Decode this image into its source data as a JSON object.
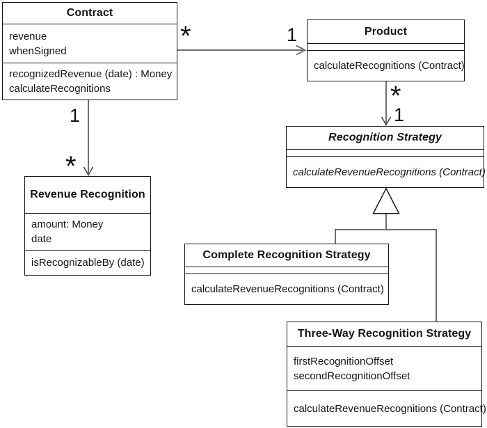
{
  "classes": {
    "contract": {
      "title": "Contract",
      "attributes": [
        "revenue",
        "whenSigned"
      ],
      "methods": [
        "recognizedRevenue (date) : Money",
        "calculateRecognitions"
      ]
    },
    "product": {
      "title": "Product",
      "methods": [
        "calculateRecognitions (Contract)"
      ]
    },
    "recognition_strategy": {
      "title": "Recognition Strategy",
      "methods": [
        "calculateRevenueRecognitions (Contract)"
      ]
    },
    "revenue_recognition": {
      "title": "Revenue Recognition",
      "attributes": [
        "amount: Money",
        "date"
      ],
      "methods": [
        "isRecognizableBy (date)"
      ]
    },
    "complete_recognition_strategy": {
      "title": "Complete Recognition Strategy",
      "methods": [
        "calculateRevenueRecognitions (Contract)"
      ]
    },
    "three_way_recognition_strategy": {
      "title": "Three-Way Recognition Strategy",
      "attributes": [
        "firstRecognitionOffset",
        "secondRecognitionOffset"
      ],
      "methods": [
        "calculateRevenueRecognitions (Contract)"
      ]
    }
  },
  "multiplicities": {
    "contract_to_product": {
      "source": "*",
      "target": "1"
    },
    "contract_to_revenue_recognition": {
      "source": "1",
      "target": "*"
    },
    "product_to_recognition_strategy": {
      "source": "*",
      "target": "1"
    }
  },
  "colors": {
    "background": "#ffffff",
    "box_border": "#161616",
    "box_fill": "#ffffff",
    "connector_vertical": "#3f3f3f",
    "connector_horizontal": "#6f6f6f",
    "text": "#161616"
  }
}
